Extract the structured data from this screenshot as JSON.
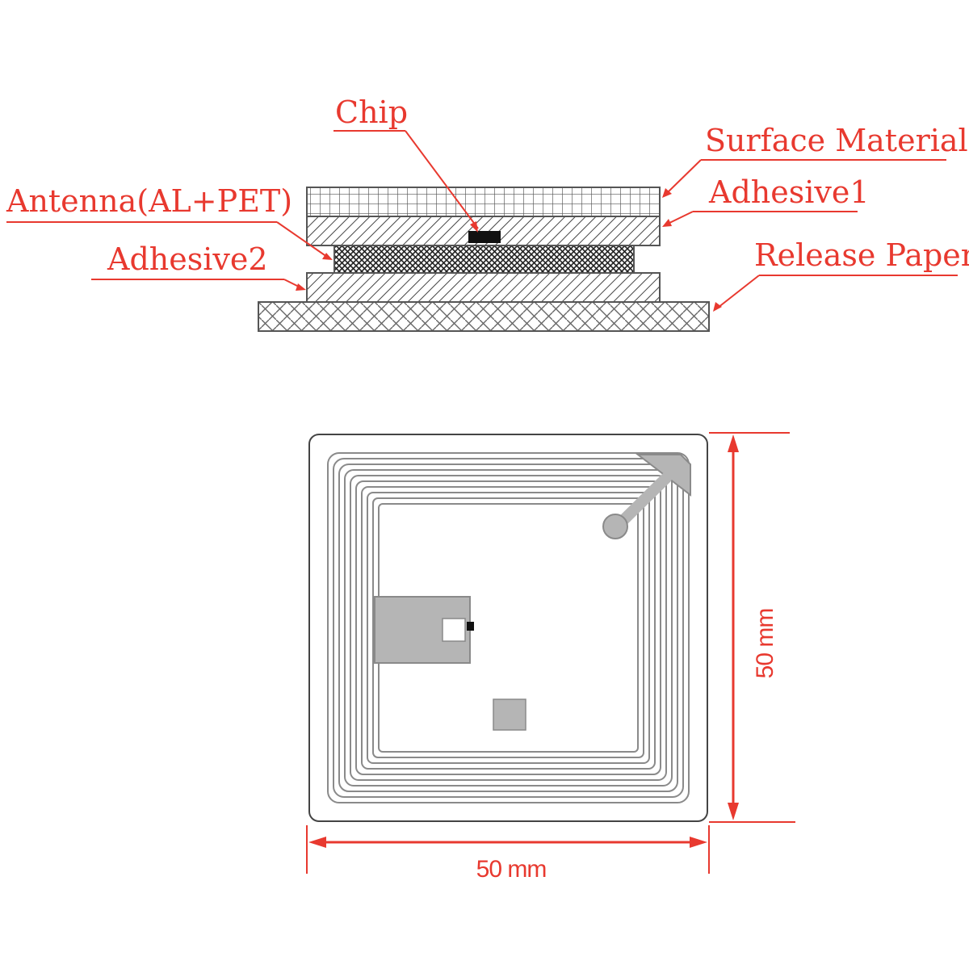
{
  "labels": {
    "chip": "Chip",
    "surface_material": "Surface Material",
    "adhesive1": "Adhesive1",
    "antenna": "Antenna(AL+PET)",
    "adhesive2": "Adhesive2",
    "release_paper": "Release Paper"
  },
  "dimensions": {
    "width": "50 mm",
    "height": "50 mm"
  },
  "colors": {
    "annotation": "#e8392f",
    "layer_outline": "#555555",
    "antenna_trace": "#8a8a8a",
    "pad_fill": "#b5b5b5"
  }
}
